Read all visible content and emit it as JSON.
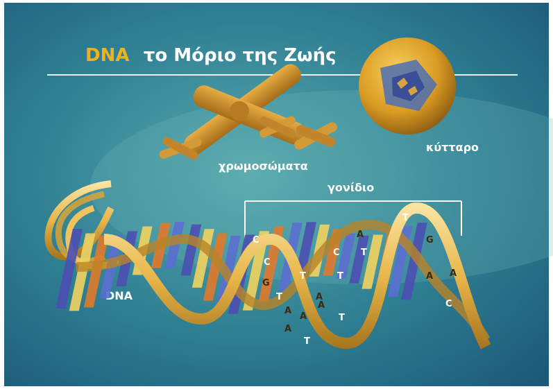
{
  "title": {
    "dna_word": "DNA",
    "rest": "το Μόριο της Ζωής"
  },
  "labels": {
    "chromosomes": "χρωμοσώματα",
    "cell": "κύτταρο",
    "gene": "γονίδιο",
    "dna": "DNA"
  },
  "bases": {
    "upper": [
      "C",
      "C",
      "G",
      "T",
      "A",
      "C",
      "T",
      "A",
      "T",
      "T",
      "G",
      "A",
      "T",
      "A"
    ],
    "lower": [
      "A",
      "A",
      "A",
      "T",
      "T",
      "A",
      "C"
    ]
  },
  "colors": {
    "background": "#2d7a93",
    "title_accent": "#f2b01e",
    "ribbon": "#e8b64a",
    "base_blue": "#4a4fb0",
    "base_yellow": "#f1d35f",
    "base_orange": "#e07a2b",
    "chromosome": "#c98b2a"
  }
}
